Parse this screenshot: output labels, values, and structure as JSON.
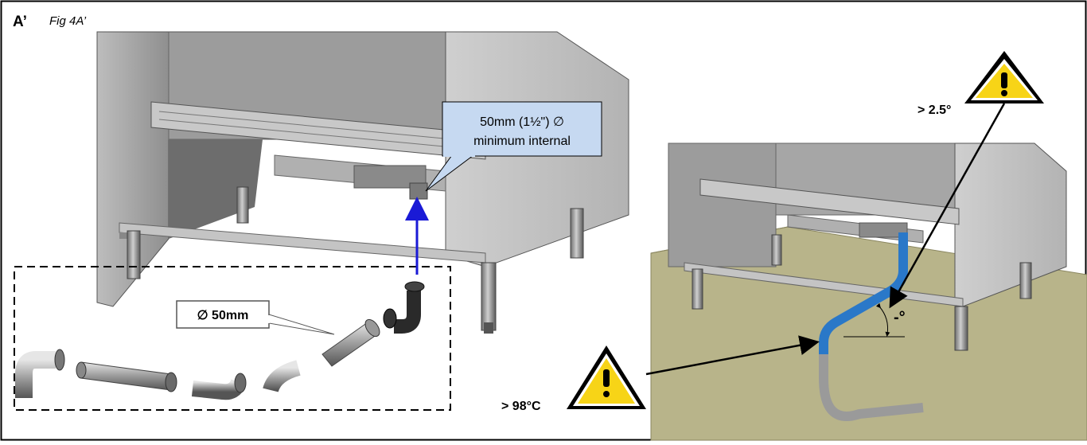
{
  "header": {
    "label": "A’",
    "caption": "Fig 4A’"
  },
  "callouts": {
    "pipe_size_line1": "50mm (1½\") ∅",
    "pipe_size_line2": "minimum internal",
    "diameter": "∅ 50mm"
  },
  "annotations": {
    "slope": "> 2.5°",
    "temperature": "> 98°C",
    "angle_mark": "-°"
  },
  "icons": {
    "warning_top": "warning-triangle-icon",
    "warning_bottom": "warning-triangle-icon"
  },
  "colors": {
    "callout_fill": "#c6d9f1",
    "arrow_blue": "#1a1ad6",
    "pipe_blue": "#2a78c8",
    "floor": "#b8b48a",
    "warning_yellow": "#f7d417"
  }
}
